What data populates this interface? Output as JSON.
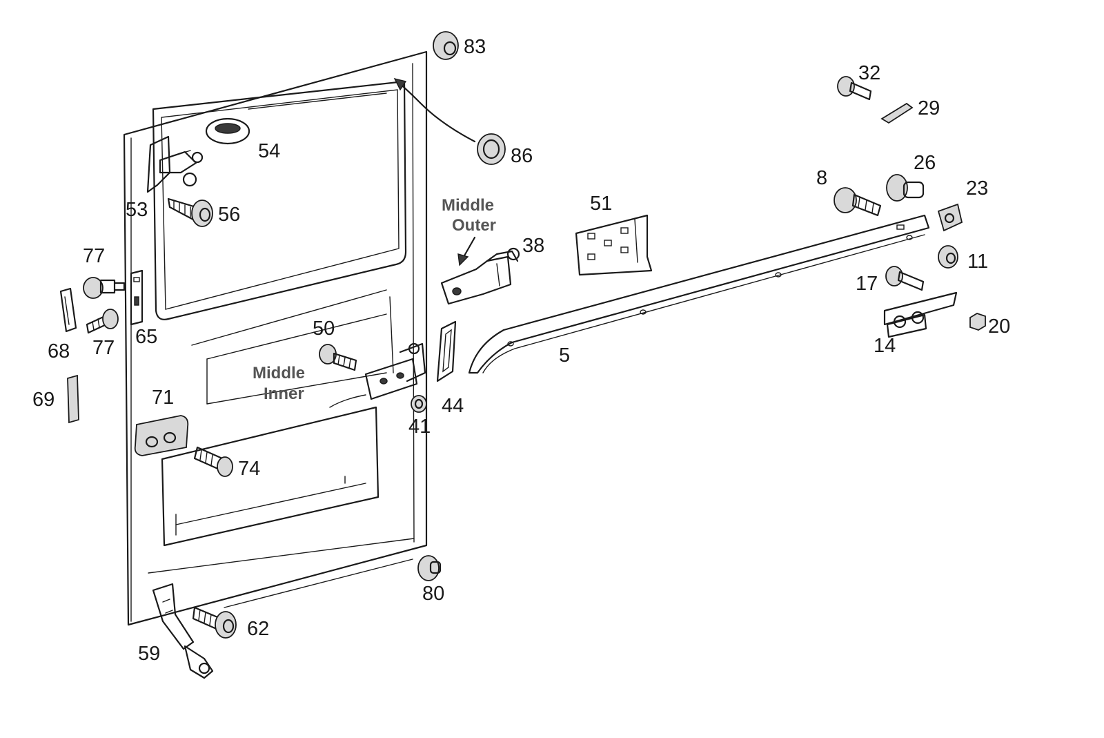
{
  "callouts": {
    "middle_outer_line1": "Middle",
    "middle_outer_line2": "Outer",
    "middle_inner_line1": "Middle",
    "middle_inner_line2": "Inner"
  },
  "part_numbers": {
    "p5": "5",
    "p8": "8",
    "p11": "11",
    "p14": "14",
    "p17": "17",
    "p20": "20",
    "p23": "23",
    "p26": "26",
    "p29": "29",
    "p32": "32",
    "p38": "38",
    "p41": "41",
    "p44": "44",
    "p50": "50",
    "p51": "51",
    "p53": "53",
    "p54": "54",
    "p56": "56",
    "p59": "59",
    "p62": "62",
    "p65": "65",
    "p68": "68",
    "p69": "69",
    "p71": "71",
    "p74": "74",
    "p77a": "77",
    "p77b": "77",
    "p80": "80",
    "p83": "83",
    "p86": "86"
  }
}
